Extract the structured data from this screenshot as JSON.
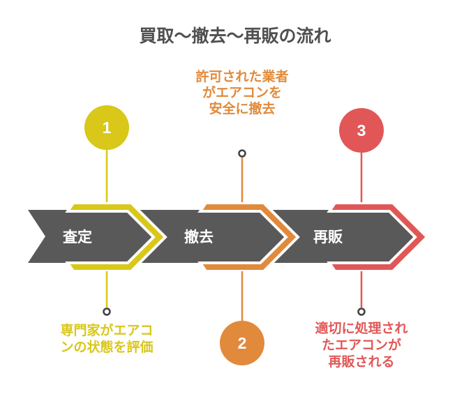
{
  "title": "買取〜撤去〜再販の流れ",
  "steps": [
    {
      "number": "1",
      "label": "査定",
      "color": "#d9c719",
      "caption_lines": [
        "専門家がエアコ",
        "ンの状態を評価"
      ]
    },
    {
      "number": "2",
      "label": "撤去",
      "color": "#e18a3b",
      "caption_lines": [
        "許可された業者",
        "がエアコンを",
        "安全に撤去"
      ]
    },
    {
      "number": "3",
      "label": "再販",
      "color": "#e15757",
      "caption_lines": [
        "適切に処理され",
        "たエアコンが",
        "再販される"
      ]
    }
  ],
  "colors": {
    "arrow_gray": "#595959",
    "title_text": "#4f4f4f",
    "dot_outline": "#404040",
    "background": "#ffffff"
  }
}
